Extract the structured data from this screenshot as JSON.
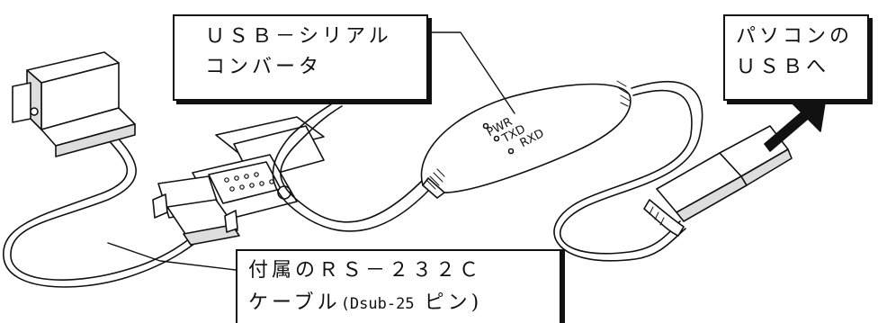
{
  "callouts": {
    "converter": {
      "line1": "ＵＳＢ－シリアル",
      "line2": "コンバータ"
    },
    "pc": {
      "line1": "パソコンの",
      "line2": "ＵＳＢへ"
    },
    "cable": {
      "line1": "付属のＲＳ－２３２Ｃ",
      "line2_a": "ケーブル",
      "line2_b": "(Dsub-25",
      "line2_c": " ピン)"
    }
  },
  "leds": {
    "pwr": "PWR",
    "txd": "TXD",
    "rxd": "RXD"
  },
  "colors": {
    "line": "#111111",
    "fill": "#ffffff",
    "shade": "#dddddd"
  }
}
